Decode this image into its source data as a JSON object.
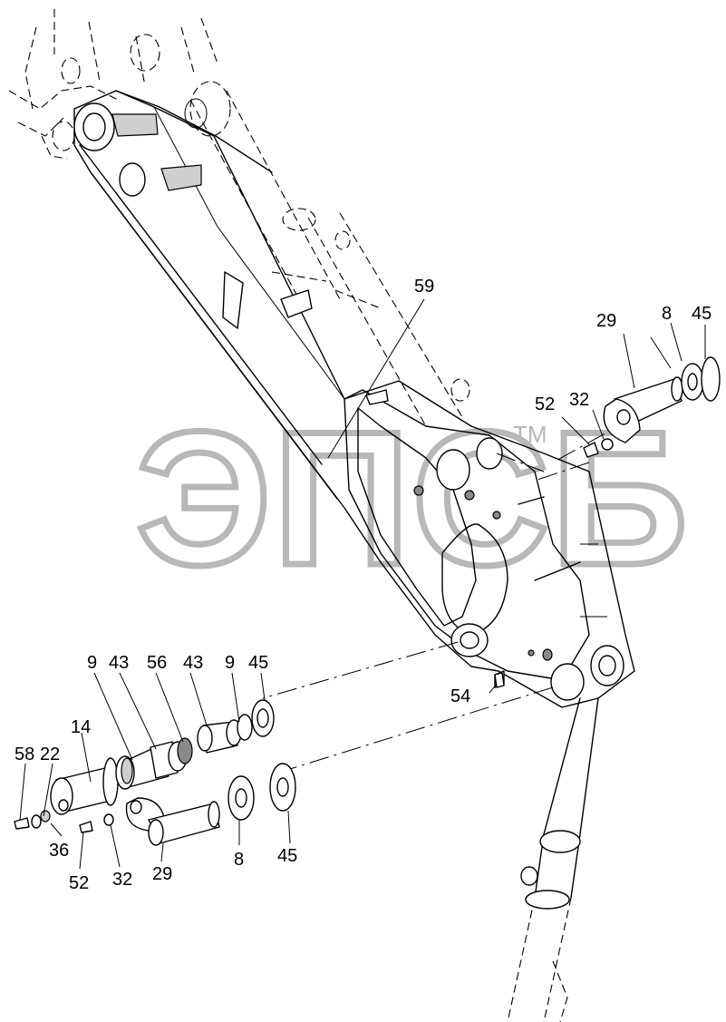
{
  "watermark": {
    "text": "ЭПСБ",
    "trademark": "TM"
  },
  "callouts": {
    "c59": "59",
    "c29_top": "29",
    "c8_top": "8",
    "c45_top": "45",
    "c52_top": "52",
    "c32_top": "32",
    "c54": "54",
    "c9_a": "9",
    "c43_a": "43",
    "c56": "56",
    "c43_b": "43",
    "c9_b": "9",
    "c45_mid": "45",
    "c14": "14",
    "c58": "58",
    "c22": "22",
    "c36": "36",
    "c52_bot": "52",
    "c32_bot": "32",
    "c29_bot": "29",
    "c8_bot": "8",
    "c45_bot": "45"
  }
}
